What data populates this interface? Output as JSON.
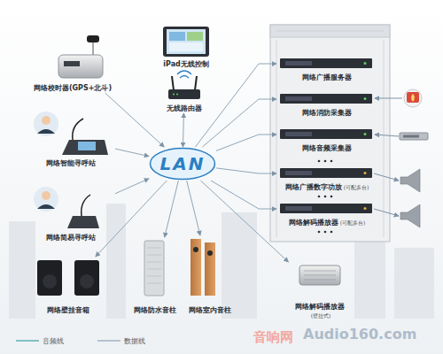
{
  "diagram": {
    "nodes": [
      {
        "text": [
          "iPad无线控制"
        ]
      },
      {
        "text": [
          "网络校时器(GPS+北斗)"
        ]
      },
      {
        "text": [
          "无线路由器"
        ]
      },
      {
        "text": [
          "网络智能寻呼站"
        ]
      },
      {
        "text": [
          "LAN"
        ]
      },
      {
        "text": [
          "网络简易寻呼站"
        ]
      },
      {
        "text": [
          "网络壁挂音箱"
        ]
      },
      {
        "text": [
          "网络防水音柱"
        ]
      },
      {
        "text": [
          "网络室内音柱"
        ]
      },
      {
        "text": [
          "网络解码播放器",
          "(壁挂式)"
        ]
      },
      {
        "text": [
          "网络广播服务器"
        ]
      },
      {
        "text": [
          "网络消防采集器"
        ]
      },
      {
        "text": [
          "网络音频采集器"
        ]
      },
      {
        "text": [
          "网络广播数字功放",
          "(可配多台)"
        ]
      },
      {
        "text": [
          "网络解码播放器",
          "(可配多台)"
        ]
      }
    ],
    "edges": [
      {
        "from": 1,
        "to": 4,
        "arrow": "to"
      },
      {
        "from": 3,
        "to": 4,
        "arrow": "to"
      },
      {
        "from": 5,
        "to": 4,
        "arrow": "to"
      },
      {
        "from": 4,
        "to": 6,
        "arrow": "to"
      },
      {
        "from": 2,
        "to": 4,
        "arrow": "both"
      },
      {
        "from": 4,
        "to": 7,
        "arrow": "to"
      },
      {
        "from": 4,
        "to": 8,
        "arrow": "to"
      },
      {
        "from": 4,
        "to": 9,
        "arrow": "to"
      },
      {
        "from": 4,
        "to": 10,
        "arrow": "to"
      },
      {
        "from": 4,
        "to": 11,
        "arrow": "to"
      },
      {
        "from": 4,
        "to": 12,
        "arrow": "to"
      },
      {
        "from": 4,
        "to": 13,
        "arrow": "to"
      },
      {
        "from": 4,
        "to": 14,
        "arrow": "to"
      }
    ],
    "labels": [
      "音响网",
      "Audio160.com"
    ],
    "legend": [
      {
        "text": "音频线"
      },
      {
        "text": "数据线"
      }
    ]
  }
}
